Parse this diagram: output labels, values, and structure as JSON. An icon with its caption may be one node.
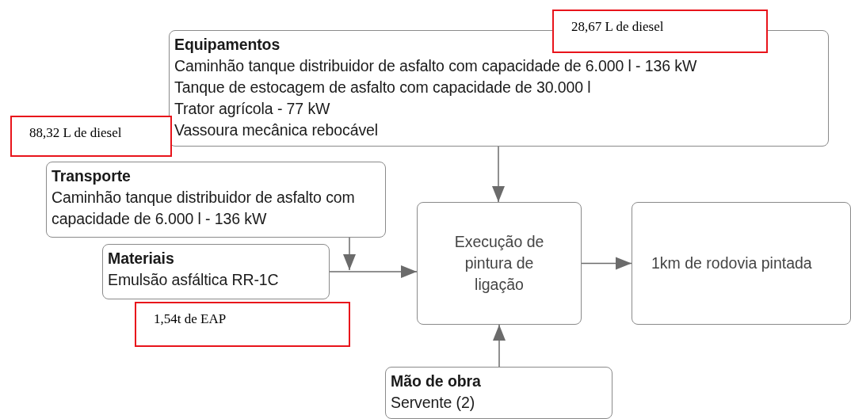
{
  "diagram": {
    "nodes": [
      {
        "text": [
          "Equipamentos",
          "Caminhão tanque distribuidor de asfalto com capacidade de 6.000 l - 136 kW",
          "Tanque de estocagem de asfalto com capacidade de 30.000 l",
          "Trator agrícola - 77 kW",
          "Vassoura mecânica rebocável"
        ]
      },
      {
        "text": [
          "28,67 L de diesel"
        ]
      },
      {
        "text": [
          "88,32 L de diesel"
        ]
      },
      {
        "text": [
          "Transporte",
          "Caminhão tanque distribuidor de asfalto com capacidade de 6.000 l - 136 kW"
        ]
      },
      {
        "text": [
          "Materiais",
          "Emulsão asfáltica RR-1C"
        ]
      },
      {
        "text": [
          "1,54t de EAP"
        ]
      },
      {
        "text": [
          "Execução de pintura de ligação"
        ]
      },
      {
        "text": [
          "1km de rodovia pintada"
        ]
      },
      {
        "text": [
          "Mão de obra",
          "Servente (2)"
        ]
      }
    ],
    "edges": [
      {
        "from": 0,
        "to": 6,
        "arrow": "to"
      },
      {
        "from": 3,
        "to": 6,
        "arrow": "to"
      },
      {
        "from": 4,
        "to": 6,
        "arrow": "to"
      },
      {
        "from": 6,
        "to": 7,
        "arrow": "to"
      },
      {
        "from": 8,
        "to": 6,
        "arrow": "to"
      }
    ]
  }
}
